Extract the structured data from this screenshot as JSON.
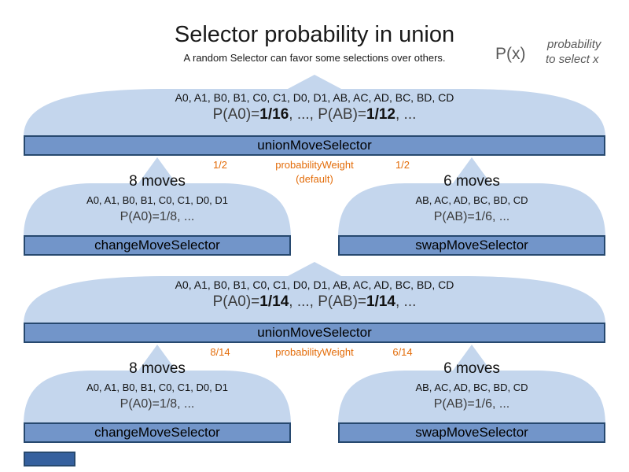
{
  "header": {
    "title": "Selector probability in union",
    "subtitle": "A random Selector can favor some selections over others.",
    "legend_symbol": "P(x)",
    "legend_line1": "probability",
    "legend_line2": "to select x"
  },
  "colors": {
    "dome_fill": "#c4d6ed",
    "bar_fill": "#7295c9",
    "bar_border": "#27496f",
    "accent_orange": "#e36c09",
    "gray_text": "#595959"
  },
  "sections": [
    {
      "union": {
        "moves": "A0, A1, B0, B1, C0, C1, D0, D1, AB, AC, AD, BC, BD, CD",
        "prob": {
          "t1": "P(A0)=",
          "f1": "1/16",
          "t2": ", ..., P(AB)=",
          "f2": "1/12",
          "t3": ", ..."
        },
        "bar": "unionMoveSelector"
      },
      "weights": {
        "left": "1/2",
        "label": "probabilityWeight",
        "note": "(default)",
        "right": "1/2"
      },
      "left": {
        "count": "8 moves",
        "moves": "A0, A1, B0, B1, C0, C1, D0, D1",
        "prob": "P(A0)=1/8, ...",
        "bar": "changeMoveSelector"
      },
      "right": {
        "count": "6 moves",
        "moves": "AB, AC, AD, BC, BD, CD",
        "prob": "P(AB)=1/6, ...",
        "bar": "swapMoveSelector"
      }
    },
    {
      "union": {
        "moves": "A0, A1, B0, B1, C0, C1, D0, D1, AB, AC, AD, BC, BD, CD",
        "prob": {
          "t1": "P(A0)=",
          "f1": "1/14",
          "t2": ", ..., P(AB)=",
          "f2": "1/14",
          "t3": ", ..."
        },
        "bar": "unionMoveSelector"
      },
      "weights": {
        "left": "8/14",
        "label": "probabilityWeight",
        "note": "",
        "right": "6/14"
      },
      "left": {
        "count": "8 moves",
        "moves": "A0, A1, B0, B1, C0, C1, D0, D1",
        "prob": "P(A0)=1/8, ...",
        "bar": "changeMoveSelector"
      },
      "right": {
        "count": "6 moves",
        "moves": "AB, AC, AD, BC, BD, CD",
        "prob": "P(AB)=1/6, ...",
        "bar": "swapMoveSelector"
      }
    }
  ]
}
